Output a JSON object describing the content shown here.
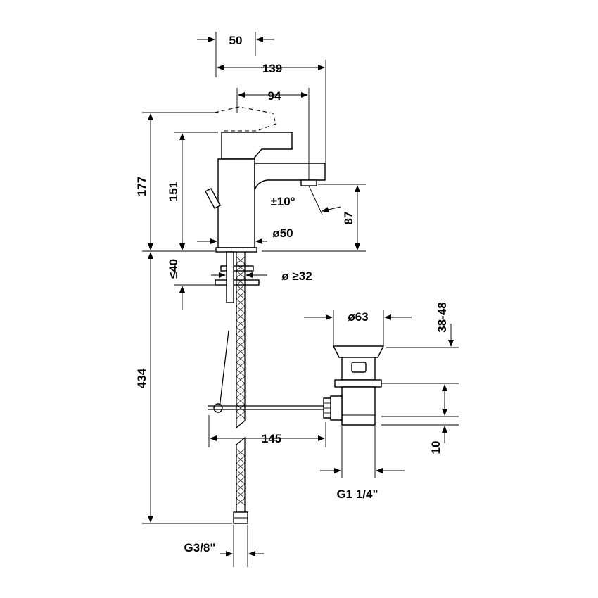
{
  "dimensions": {
    "d50_top": "50",
    "d139": "139",
    "d94": "94",
    "d177": "177",
    "d151": "151",
    "angle": "±10°",
    "d87": "87",
    "dia50": "ø50",
    "le40": "≤40",
    "dia32": "ø ≥32",
    "dia63": "ø63",
    "range38_48": "38-48",
    "d434": "434",
    "d145": "145",
    "d10": "10",
    "g114": "G1 1/4\"",
    "g38": "G3/8\""
  }
}
